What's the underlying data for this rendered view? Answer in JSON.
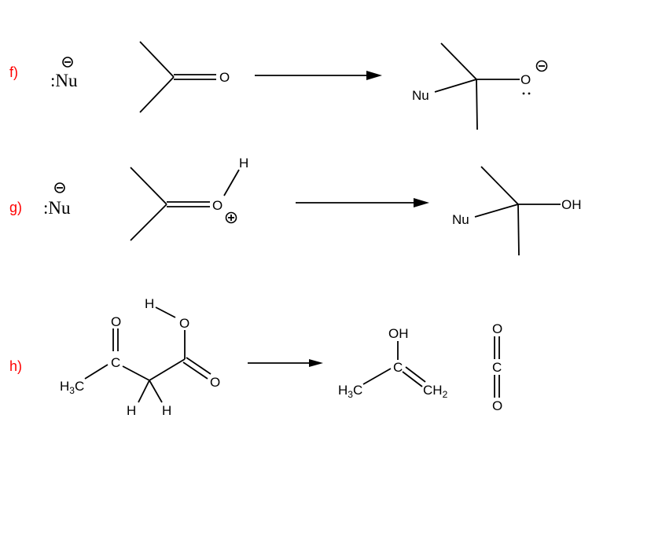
{
  "problems": {
    "f": {
      "label": "f)",
      "nucleophile": ":Nu",
      "reactant_oxygen": "O",
      "product_nu": "Nu",
      "product_oxygen": "O"
    },
    "g": {
      "label": "g)",
      "nucleophile": ":Nu",
      "reactant_oxygen": "O",
      "reactant_hydrogen": "H",
      "product_nu": "Nu",
      "product_hydroxyl": "OH"
    },
    "h": {
      "label": "h)",
      "reactant": {
        "methyl": {
          "a": "H",
          "sub": "3",
          "b": "C"
        },
        "ketone_carbon": "C",
        "ketone_oxygen": "O",
        "hydrogen_left": "H",
        "hydrogen_right": "H",
        "acid_oxygen": "O",
        "acid_hydrogen": "H",
        "carbonyl_oxygen": "O"
      },
      "product_enol": {
        "hydroxyl": "OH",
        "carbon": "C",
        "methyl": {
          "a": "H",
          "sub": "3",
          "b": "C"
        },
        "methylene": {
          "a": "CH",
          "sub": "2"
        }
      },
      "product_co2": {
        "o1": "O",
        "c": "C",
        "o2": "O"
      }
    }
  },
  "colors": {
    "label": "#ff0000",
    "structure": "#000000"
  }
}
